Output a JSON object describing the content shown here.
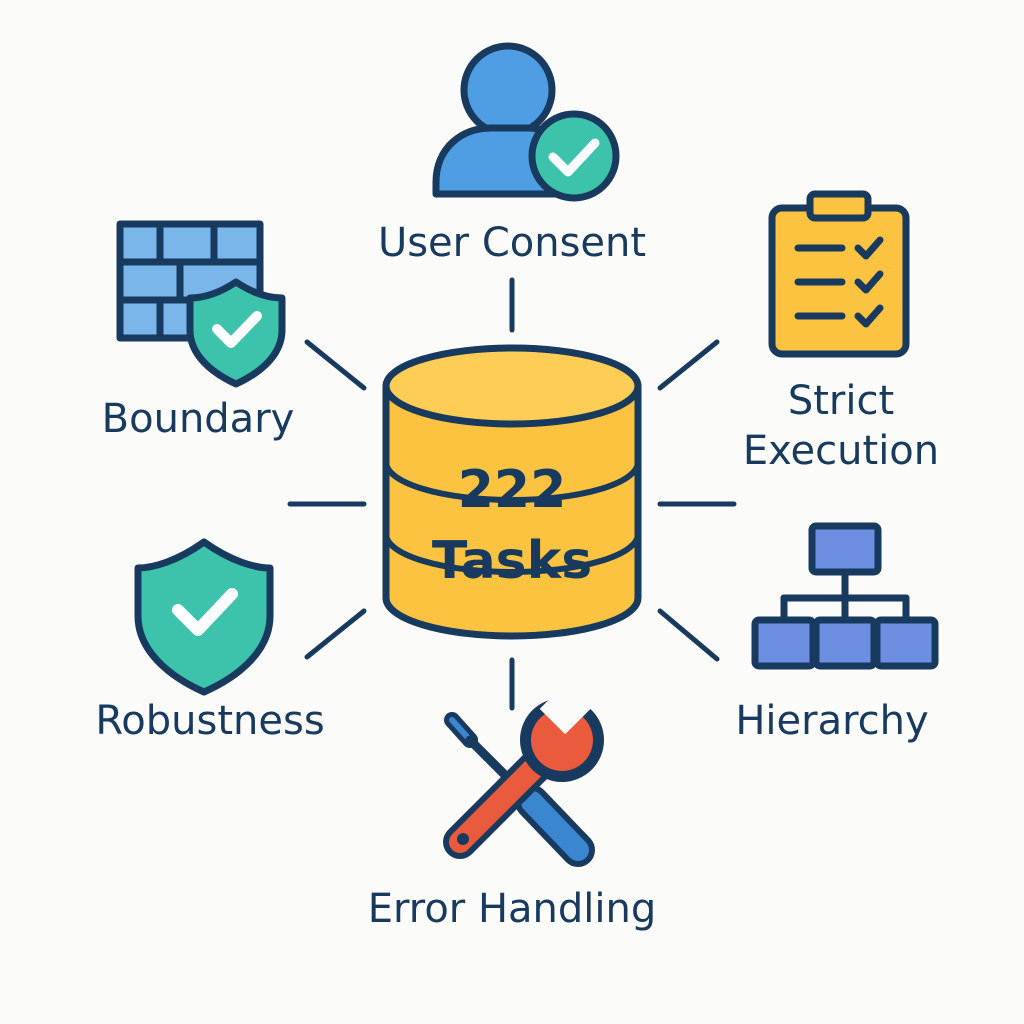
{
  "center": {
    "count": "222",
    "unit": "Tasks"
  },
  "categories": [
    {
      "label": "User Consent",
      "icon": "user-check-icon"
    },
    {
      "label": "Strict",
      "label2": "Execution",
      "icon": "clipboard-checklist-icon"
    },
    {
      "label": "Hierarchy",
      "icon": "org-chart-icon"
    },
    {
      "label": "Error Handling",
      "icon": "wrench-screwdriver-icon"
    },
    {
      "label": "Robustness",
      "icon": "shield-check-icon"
    },
    {
      "label": "Boundary",
      "icon": "firewall-shield-icon"
    }
  ],
  "colors": {
    "ink": "#183a5e",
    "cylinder": "#fbc33f",
    "cylinder_top": "#fdcd55",
    "user_blue": "#4f9de2",
    "teal": "#3dc3ac",
    "clipboard": "#fbc33f",
    "hierarchy": "#6d8fe2",
    "wall": "#7ab6ea",
    "wrench": "#ea5a3c",
    "screwdriver": "#3a86cf",
    "background": "#fbfbf9"
  }
}
